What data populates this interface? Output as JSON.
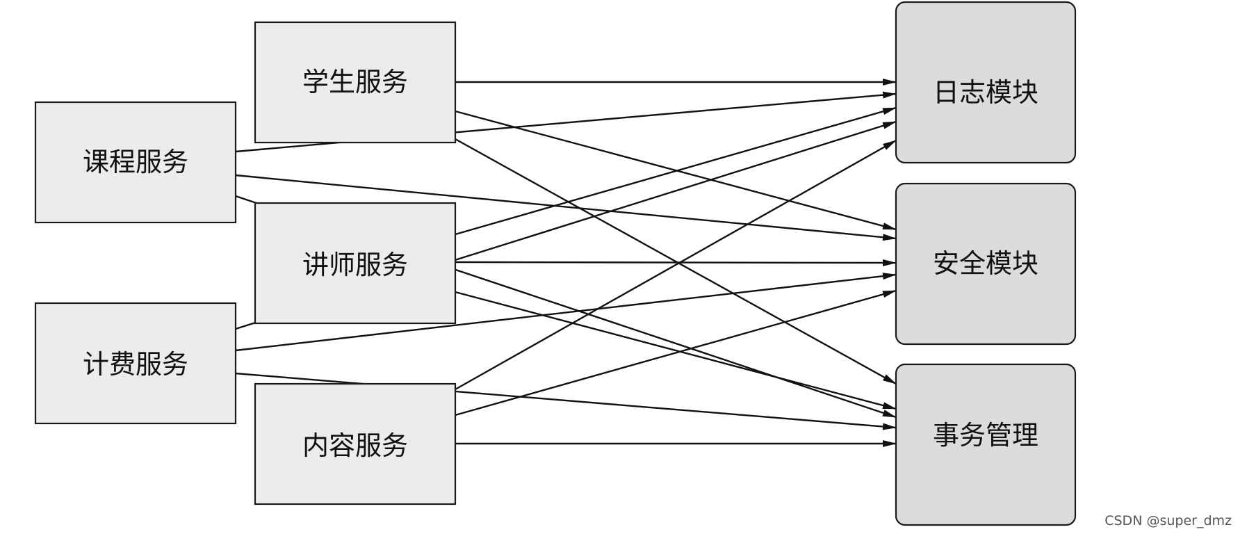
{
  "diagram": {
    "type": "dependency-graph",
    "services": [
      {
        "id": "student",
        "label": "学生服务"
      },
      {
        "id": "course",
        "label": "课程服务"
      },
      {
        "id": "teacher",
        "label": "讲师服务"
      },
      {
        "id": "billing",
        "label": "计费服务"
      },
      {
        "id": "content",
        "label": "内容服务"
      }
    ],
    "modules": [
      {
        "id": "log",
        "label": "日志模块"
      },
      {
        "id": "security",
        "label": "安全模块"
      },
      {
        "id": "transaction",
        "label": "事务管理"
      }
    ],
    "edges": [
      {
        "from": "student",
        "to": "log"
      },
      {
        "from": "student",
        "to": "security"
      },
      {
        "from": "student",
        "to": "transaction"
      },
      {
        "from": "course",
        "to": "log"
      },
      {
        "from": "course",
        "to": "security"
      },
      {
        "from": "course",
        "to": "transaction"
      },
      {
        "from": "teacher",
        "to": "log"
      },
      {
        "from": "teacher",
        "to": "security"
      },
      {
        "from": "teacher",
        "to": "transaction"
      },
      {
        "from": "billing",
        "to": "log"
      },
      {
        "from": "billing",
        "to": "security"
      },
      {
        "from": "billing",
        "to": "transaction"
      },
      {
        "from": "content",
        "to": "log"
      },
      {
        "from": "content",
        "to": "security"
      },
      {
        "from": "content",
        "to": "transaction"
      }
    ]
  },
  "colors": {
    "service_fill": "#ececec",
    "module_fill": "#dcdcdc",
    "stroke": "#111111"
  },
  "watermark": "CSDN @super_dmz"
}
